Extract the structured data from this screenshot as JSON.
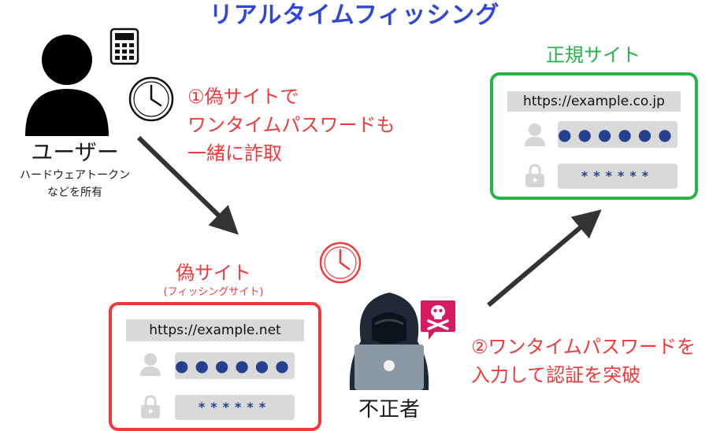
{
  "title": "リアルタイムフィッシング",
  "user": {
    "label": "ユーザー",
    "note_line1": "ハードウェアトークン",
    "note_line2": "などを所有"
  },
  "step1": {
    "line1": "①偽サイトで",
    "line2": "ワンタイムパスワードも",
    "line3": "一緒に詐取"
  },
  "step2": {
    "line1": "②ワンタイムパスワードを",
    "line2": "入力して認証を突破"
  },
  "legit_site": {
    "label": "正規サイト",
    "url": "https://example.co.jp",
    "password_dots": "●●●●●●",
    "otp_stars": "******"
  },
  "fake_site": {
    "label": "偽サイト",
    "sublabel": "(フィッシングサイト)",
    "url": "https://example.net",
    "password_dots": "●●●●●●",
    "otp_stars": "******"
  },
  "attacker": {
    "label": "不正者"
  },
  "colors": {
    "title": "#2f47d6",
    "fake": "#ee3a3a",
    "legit": "#27b24a",
    "arrow": "#333333",
    "badge": "#d81b60"
  }
}
